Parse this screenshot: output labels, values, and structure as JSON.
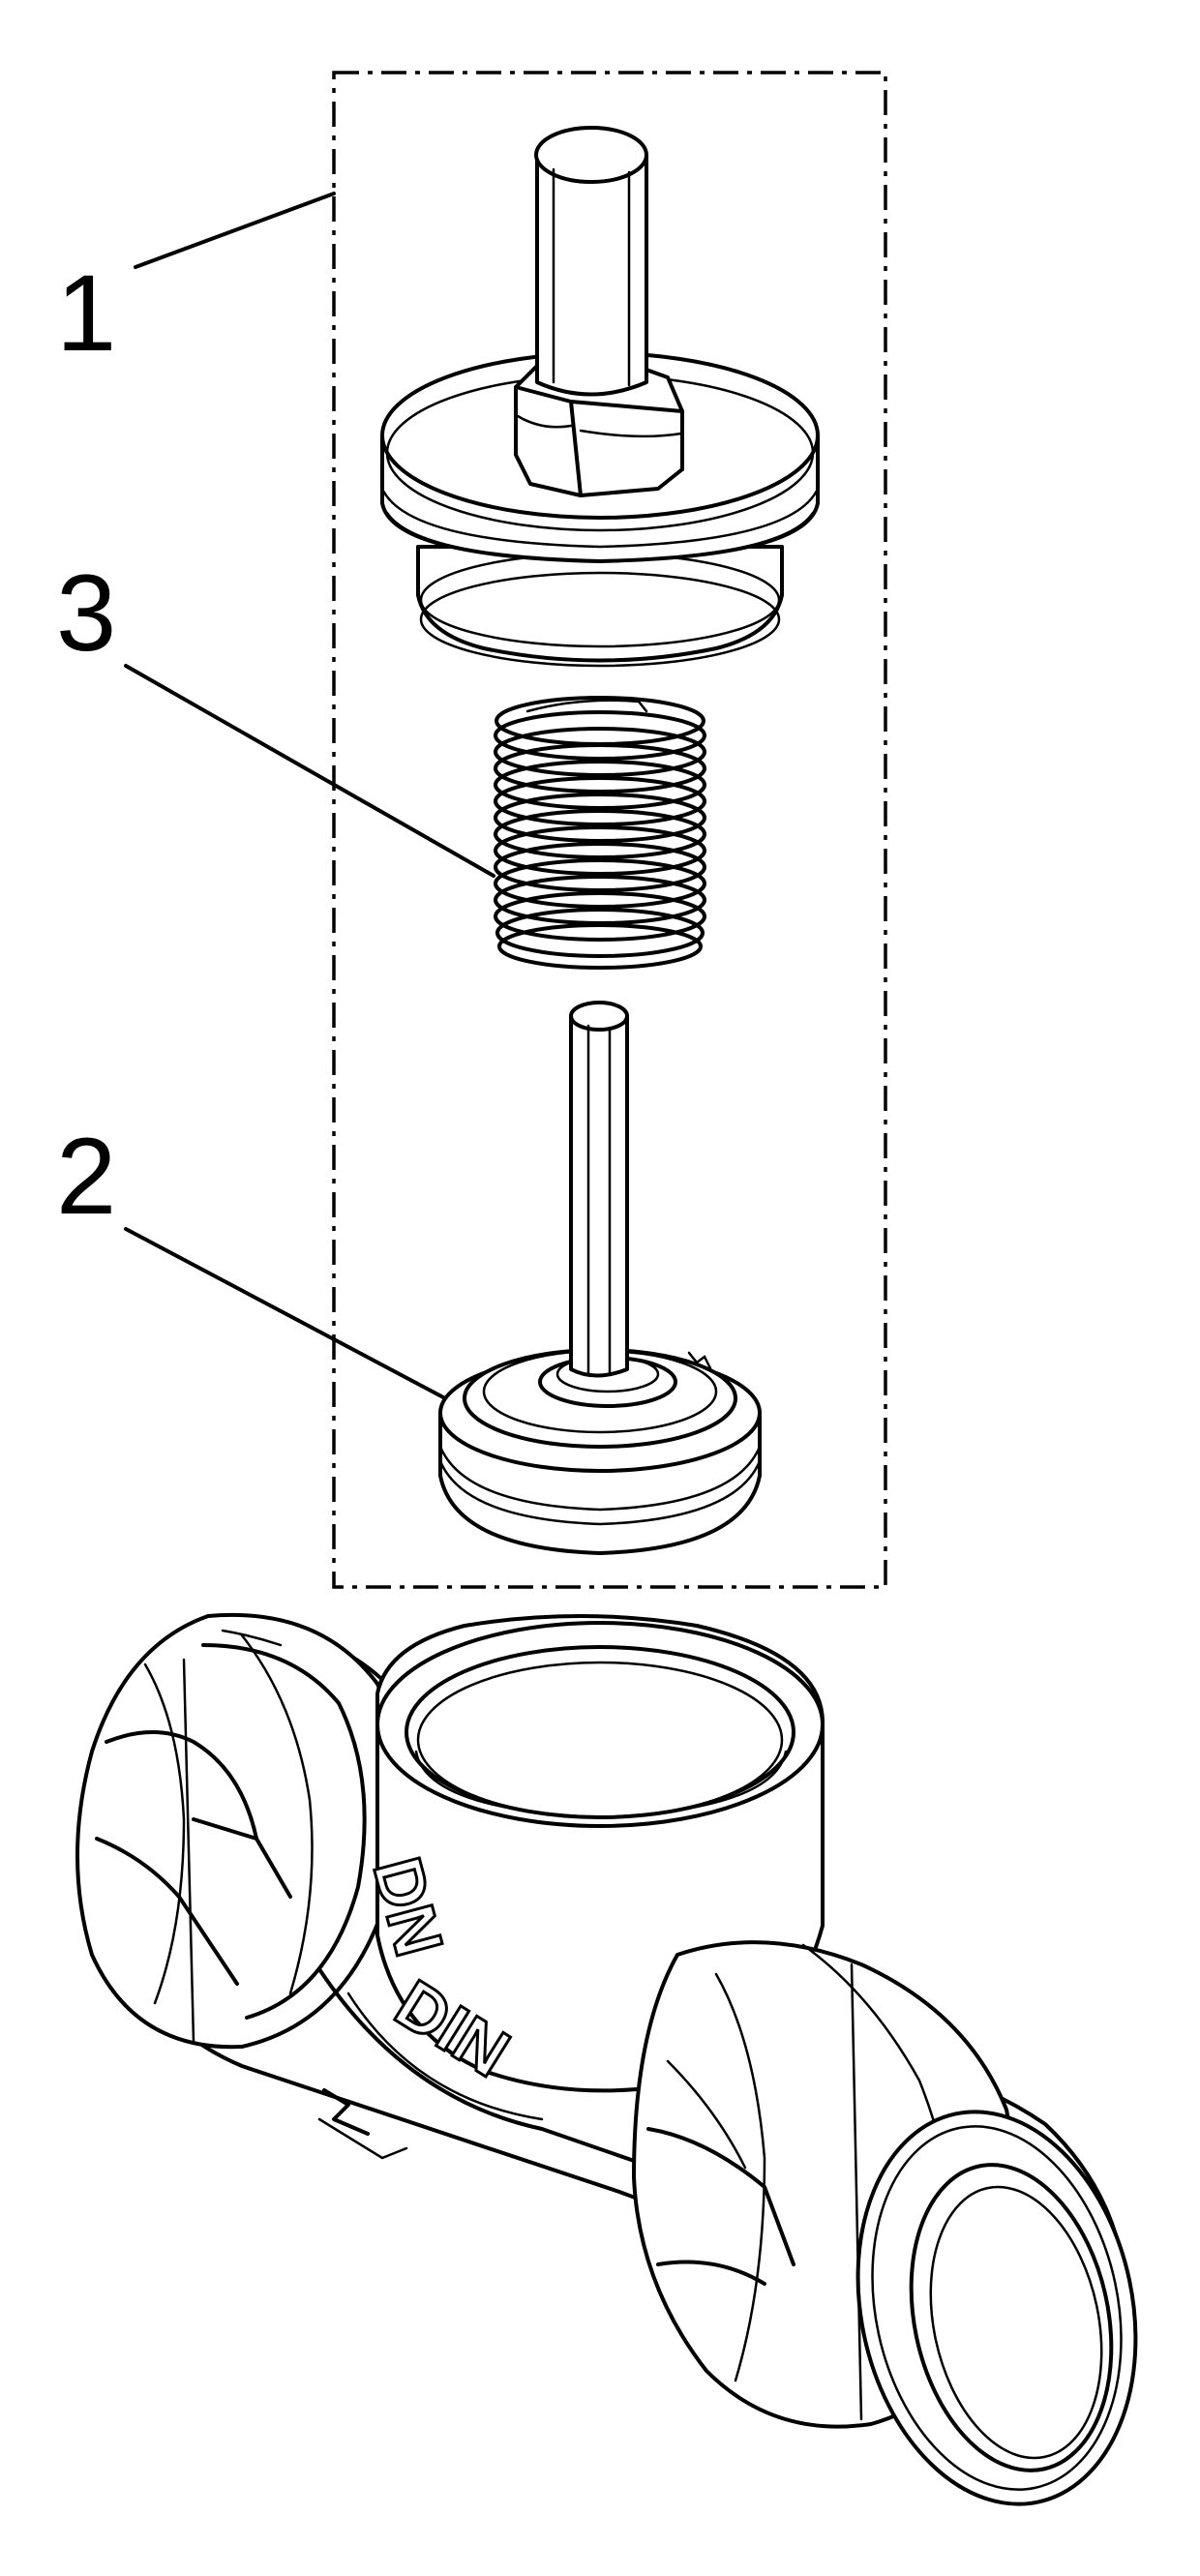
{
  "callouts": [
    {
      "id": "1",
      "label": "1",
      "description_key": "valve-insert-assembly"
    },
    {
      "id": "2",
      "label": "2",
      "description_key": "valve-disc-with-stem"
    },
    {
      "id": "3",
      "label": "3",
      "description_key": "compression-spring"
    }
  ],
  "body_markings": {
    "top": "DN",
    "front": "DIN"
  },
  "colors": {
    "line": "#000000",
    "background": "#ffffff"
  }
}
